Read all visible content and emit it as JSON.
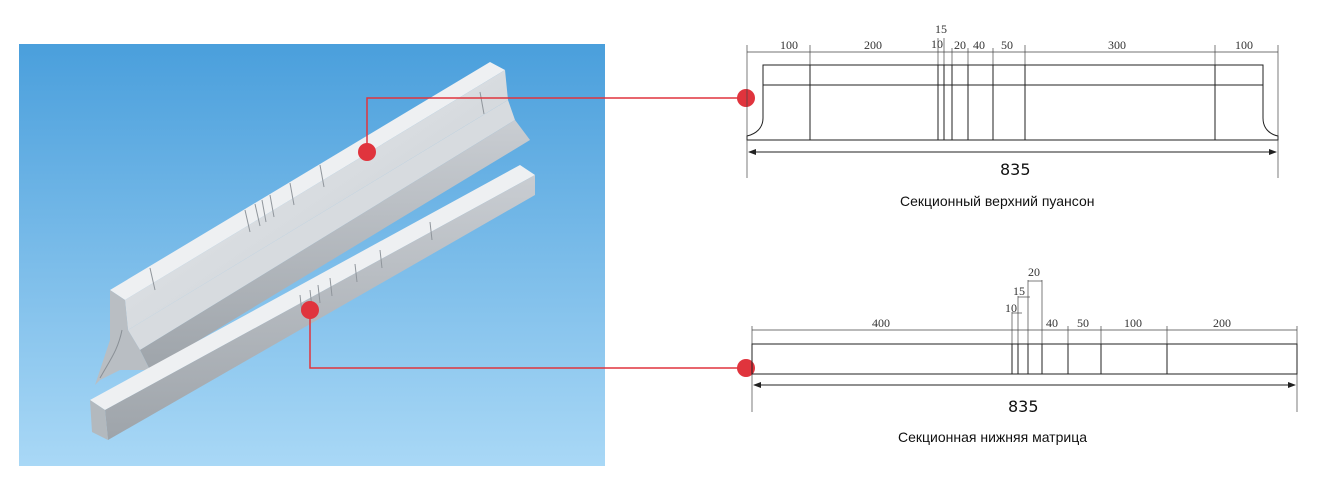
{
  "photo": {
    "description_icon": "3d-render-press-brake-tools",
    "background_colors": [
      "#4a9fdc",
      "#a7d6f5"
    ]
  },
  "upper_punch": {
    "caption": "Секционный верхний пуансон",
    "segments": [
      "100",
      "200",
      "15",
      "10",
      "20",
      "40",
      "50",
      "300",
      "100"
    ],
    "total": "835"
  },
  "lower_die": {
    "caption": "Секционная нижняя матрица",
    "segments": [
      "400",
      "10",
      "15",
      "20",
      "40",
      "50",
      "100",
      "200"
    ],
    "total": "835"
  },
  "colors": {
    "callout": "#e0343d",
    "drawing": "#222222"
  }
}
